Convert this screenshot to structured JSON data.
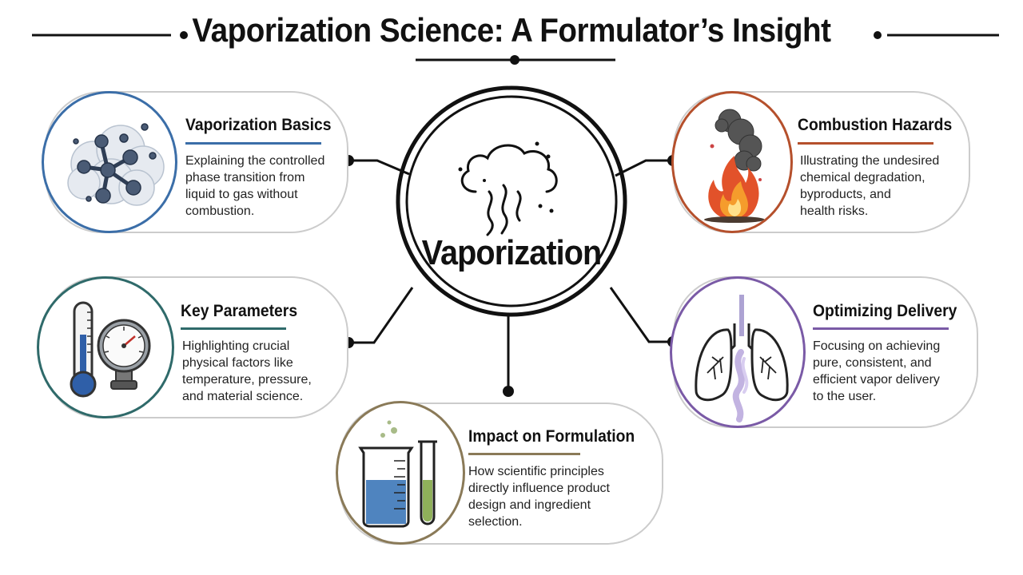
{
  "title": "Vaporization Science: A Formulator’s Insight",
  "center": {
    "label": "Vaporization",
    "icon": "vapor-cloud-icon"
  },
  "cards": {
    "basics": {
      "title": "Vaporization Basics",
      "desc": "Explaining the controlled\nphase transition from\nliquid to gas without\ncombustion.",
      "icon": "molecule-icon",
      "color": "#3b6ea8"
    },
    "combustion": {
      "title": "Combustion Hazards",
      "desc": "Illustrating the undesired\nchemical degradation,\nbyproducts, and\nhealth risks.",
      "icon": "fire-smoke-icon",
      "color": "#b5502c"
    },
    "parameters": {
      "title": "Key Parameters",
      "desc": "Highlighting crucial\nphysical factors like\ntemperature, pressure,\nand material science.",
      "icon": "thermometer-gauge-icon",
      "color": "#2f6a6a"
    },
    "delivery": {
      "title": "Optimizing Delivery",
      "desc": "Focusing on achieving\npure, consistent, and\nefficient vapor delivery\nto the user.",
      "icon": "lungs-icon",
      "color": "#7a5aa6"
    },
    "formulation": {
      "title": "Impact on Formulation",
      "desc": "How scientific principles\ndirectly influence product\ndesign and ingredient\nselection.",
      "icon": "lab-glassware-icon",
      "color": "#8a7a58"
    }
  }
}
